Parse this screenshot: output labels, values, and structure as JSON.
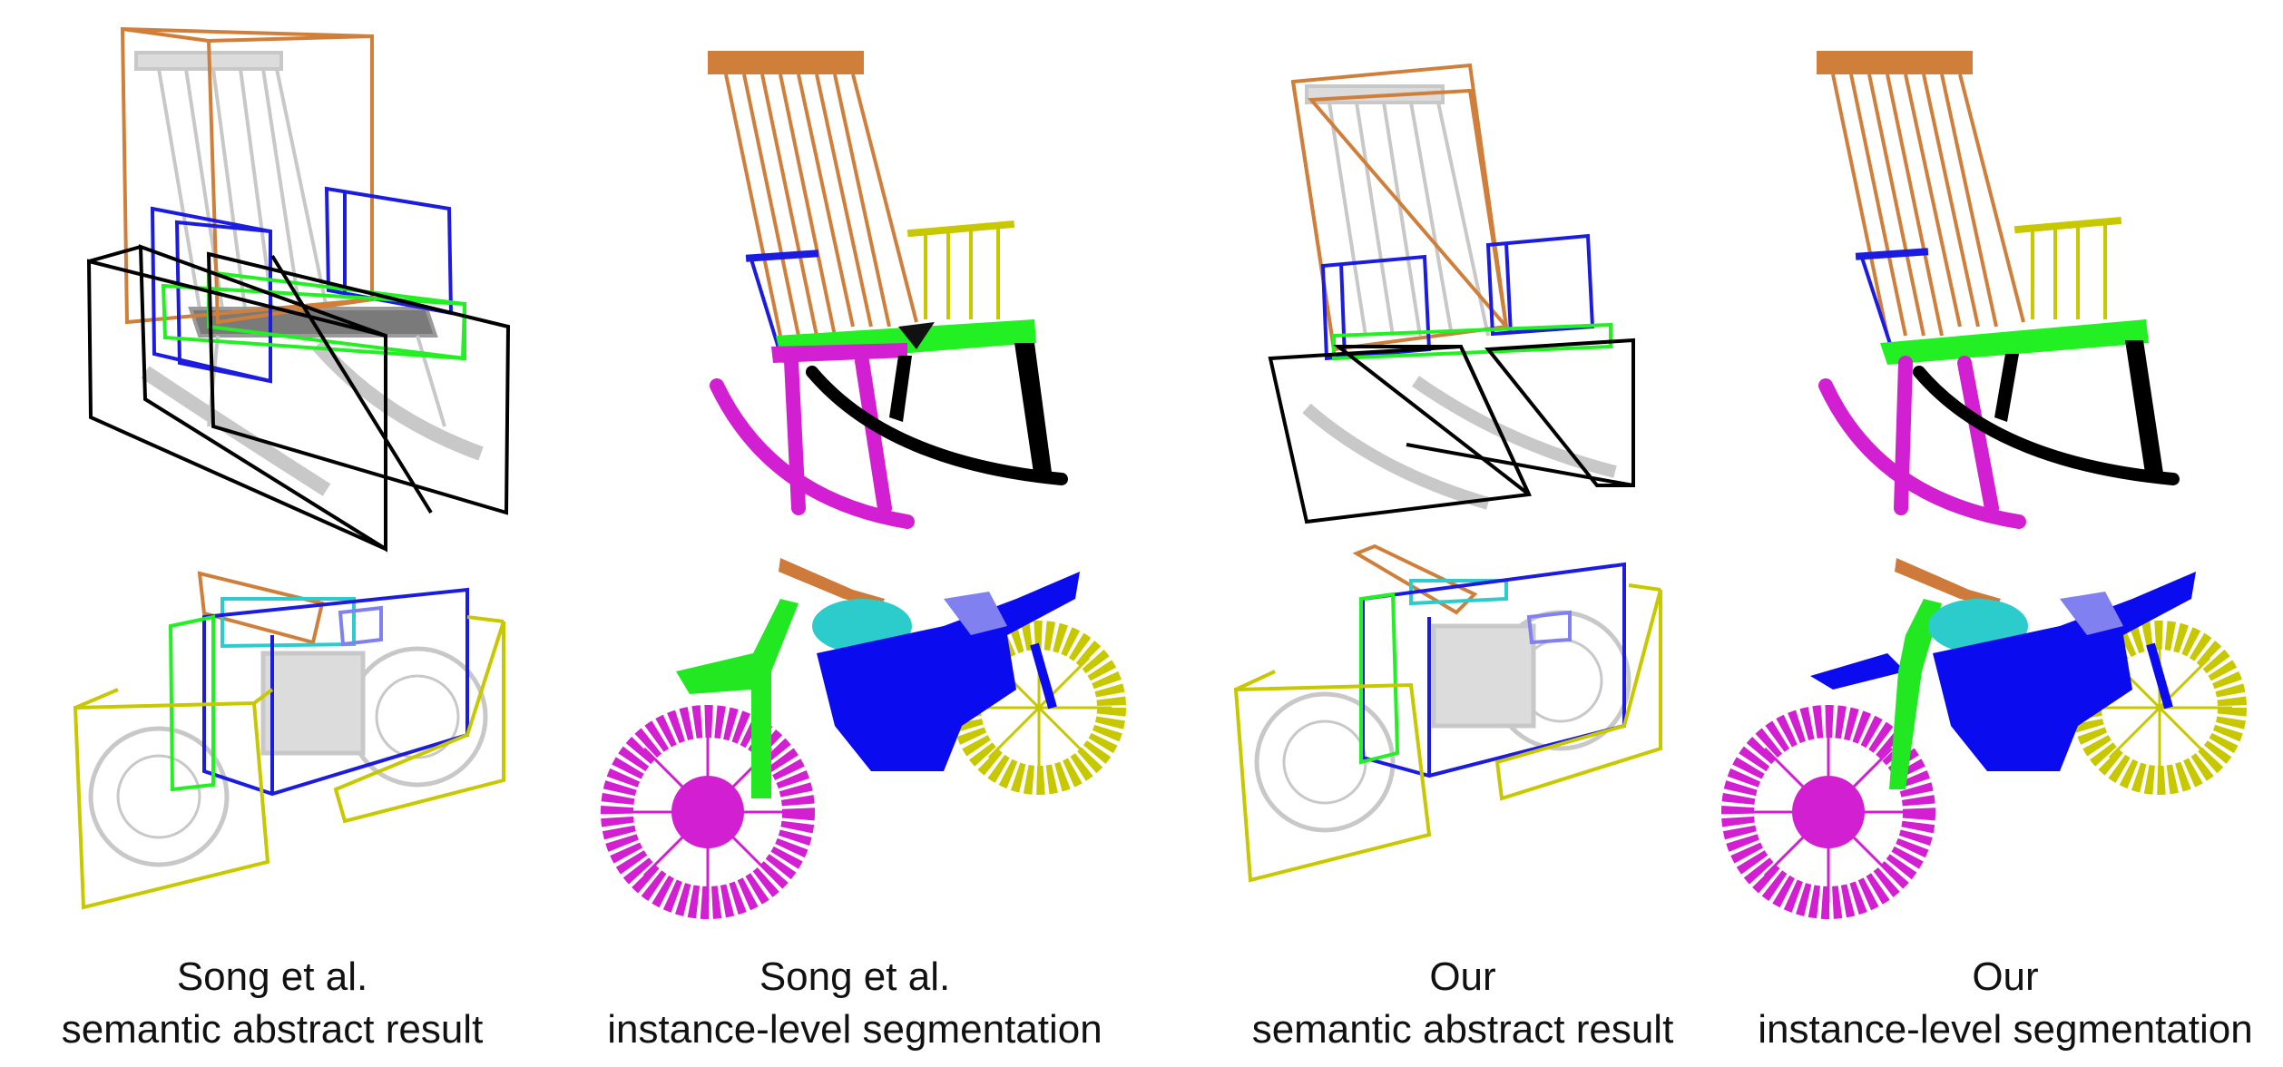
{
  "colors": {
    "back": "#d07f3a",
    "arm": "#1c1ce0",
    "seat": "#22f022",
    "leg_front": "#d21fd2",
    "leg_back": "#000000",
    "tank": "#2ccccc",
    "body": "#0b0bf0",
    "handle": "#8080f0",
    "front_wheel": "#d21fd2",
    "rear_wheel": "#c8c800",
    "fork": "#22e822",
    "bar": "#cd7a3a",
    "gray_mesh": "#c8c8c8",
    "arm_yellow": "#c8c800"
  },
  "panels": [
    {
      "id": "song-abstract",
      "title": "Song et al.",
      "subtitle": "semantic abstract result",
      "type": "boxes"
    },
    {
      "id": "song-seg",
      "title": "Song et al.",
      "subtitle": "instance-level segmentation",
      "type": "segmentation"
    },
    {
      "id": "our-abstract",
      "title": "Our",
      "subtitle": "semantic abstract result",
      "type": "boxes"
    },
    {
      "id": "our-seg",
      "title": "Our",
      "subtitle": "instance-level segmentation",
      "type": "segmentation"
    }
  ]
}
